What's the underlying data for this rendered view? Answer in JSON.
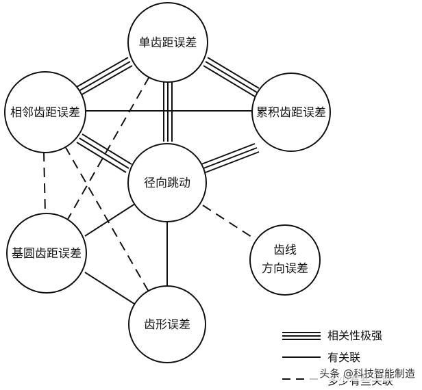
{
  "nodes": {
    "single_pitch": "单齿距误差",
    "adjacent_pitch": "相邻齿距误差",
    "cumulative_pitch": "累积齿距误差",
    "radial_runout": "径向跳动",
    "base_pitch": "基圆齿距误差",
    "helix_line1": "齿线",
    "helix_line2": "方向误差",
    "profile": "齿形误差"
  },
  "legend": {
    "strong": "相关性极强",
    "related": "有关联",
    "somewhat": "多少有些关联"
  },
  "watermark": "头条 @科技智能制造",
  "colors": {
    "stroke": "#111111",
    "fill": "#ffffff"
  }
}
